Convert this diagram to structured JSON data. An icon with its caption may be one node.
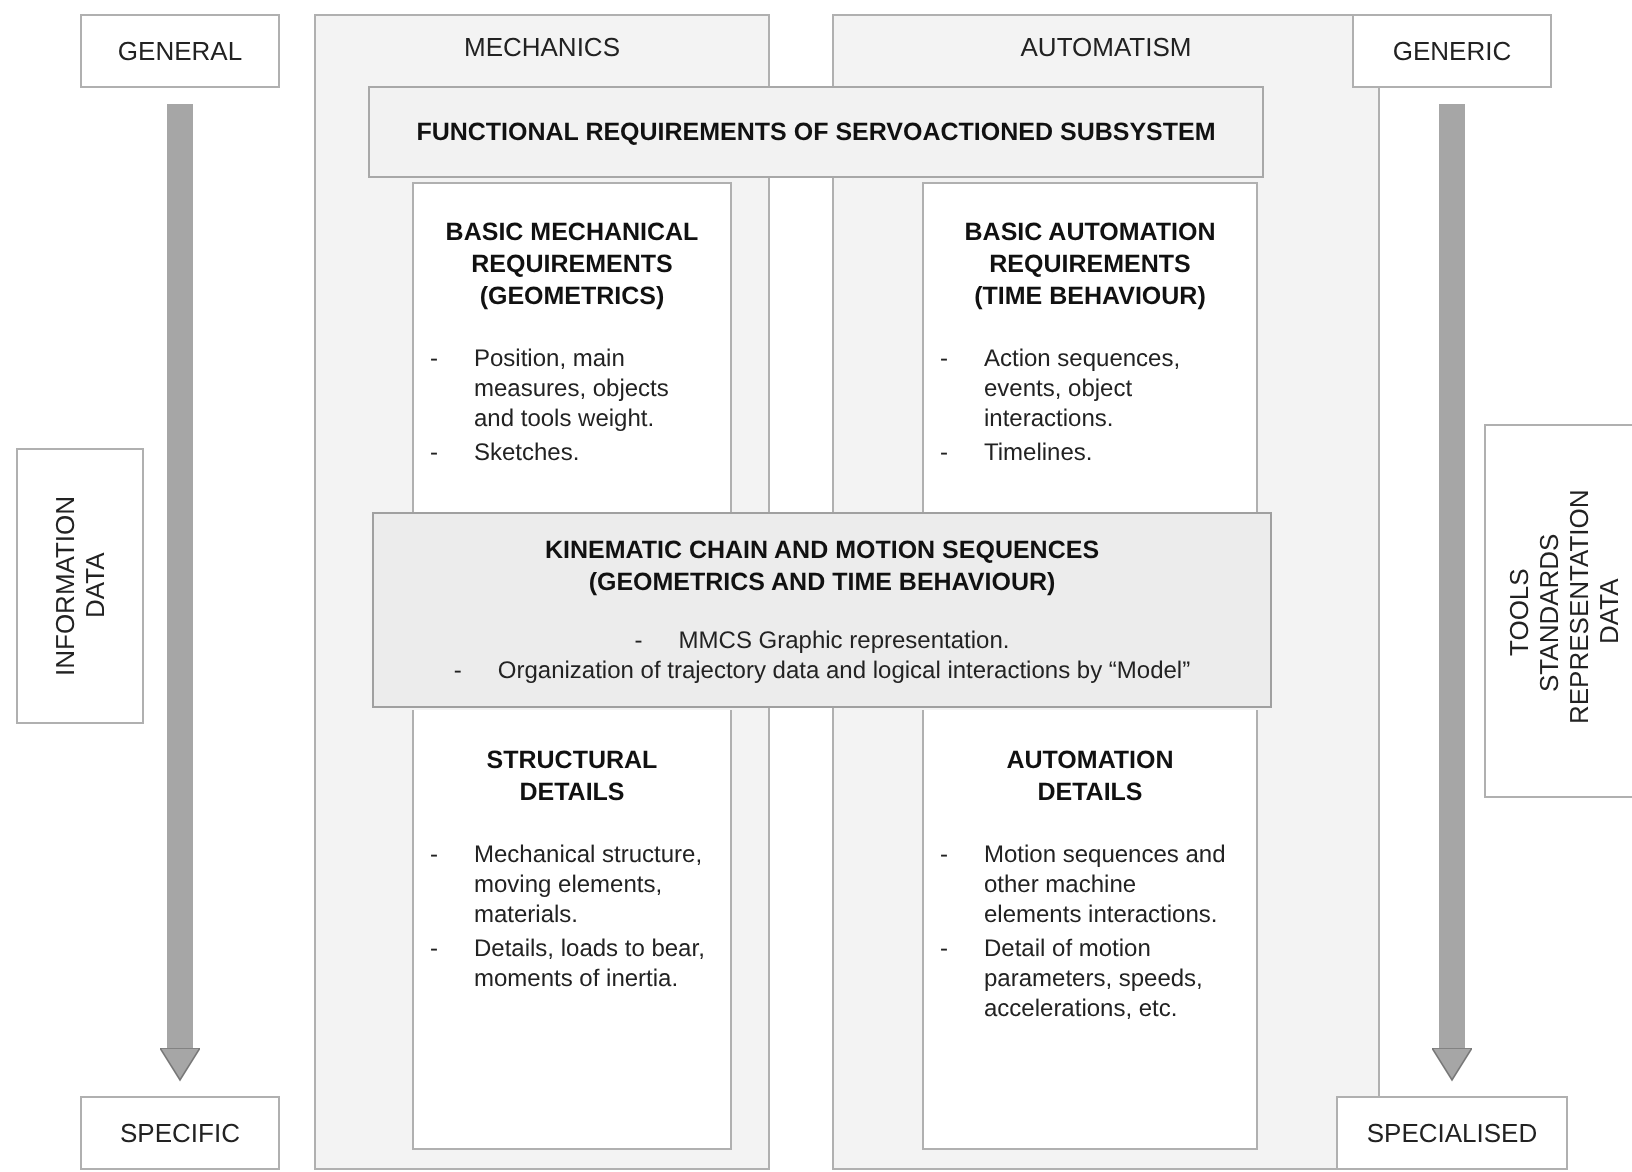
{
  "diagram": {
    "nodes": [
      {
        "text": [
          "GENERAL"
        ]
      },
      {
        "text": [
          "SPECIFIC"
        ]
      },
      {
        "text": [
          "INFORMATION DATA"
        ]
      },
      {
        "text": [
          "MECHANICS"
        ]
      },
      {
        "text": [
          "AUTOMATISM"
        ]
      },
      {
        "text": [
          "FUNCTIONAL REQUIREMENTS OF SERVOACTIONED SUBSYSTEM"
        ]
      },
      {
        "text": [
          "BASIC MECHANICAL REQUIREMENTS (GEOMETRICS)",
          "- Position, main measures, objects and tools weight.",
          "- Sketches."
        ],
        "in": 3
      },
      {
        "text": [
          "BASIC AUTOMATION REQUIREMENTS (TIME BEHAVIOUR)",
          "- Action sequences, events, object interactions.",
          "- Timelines."
        ],
        "in": 4
      },
      {
        "text": [
          "KINEMATIC CHAIN AND MOTION SEQUENCES (GEOMETRICS AND TIME BEHAVIOUR)",
          "- MMCS Graphic representation.",
          "- Organization of trajectory data and logical interactions by “Model”"
        ]
      },
      {
        "text": [
          "STRUCTURAL DETAILS",
          "- Mechanical structure, moving elements, materials.",
          "- Details, loads to bear, moments of inertia."
        ],
        "in": 3
      },
      {
        "text": [
          "AUTOMATION DETAILS",
          "- Motion sequences and other machine elements interactions.",
          "- Detail of motion parameters, speeds, accelerations, etc."
        ],
        "in": 4
      },
      {
        "text": [
          "GENERIC"
        ]
      },
      {
        "text": [
          "SPECIALISED"
        ]
      },
      {
        "text": [
          "TOOLS STANDARDS REPRESENTATION DATA"
        ]
      }
    ],
    "edges": [
      {
        "from": 0,
        "to": 1,
        "arrow": "to"
      },
      {
        "from": 11,
        "to": 12,
        "arrow": "to"
      }
    ]
  }
}
